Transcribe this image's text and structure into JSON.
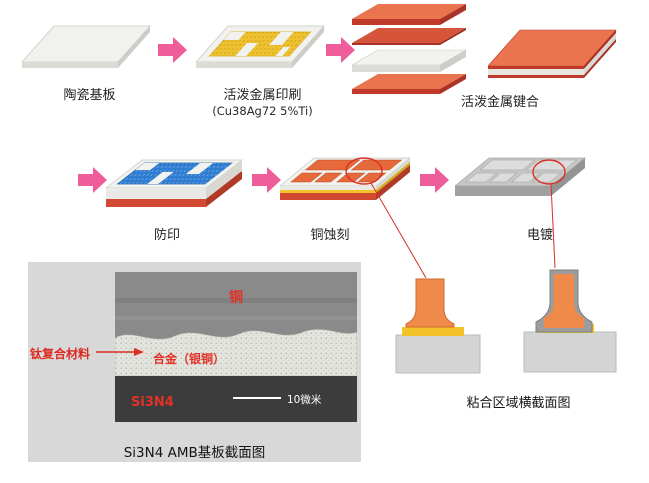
{
  "steps": {
    "step1": {
      "label": "陶瓷基板"
    },
    "step2": {
      "label": "活泼金属印刷",
      "sublabel": "(Cu38Ag72 5%Ti)"
    },
    "step3": {
      "label": "活泼金属键合"
    },
    "step4": {
      "label": "防印"
    },
    "step5": {
      "label": "铜蚀刻"
    },
    "step6": {
      "label": "电镀"
    }
  },
  "micrograph": {
    "label_copper": "铜",
    "label_ti_composite": "钛复合材料",
    "label_alloy": "合金（银铜）",
    "label_substrate": "Si3N4",
    "scale_label": "10微米",
    "caption": "Si3N4 AMB基板截面图"
  },
  "bond_region": {
    "caption": "粘合区域横截面图"
  },
  "colors": {
    "arrow_pink": "#ee5d9a",
    "copper_orange": "#e9744e",
    "copper_red": "#c0392b",
    "paste_yellow": "#edc12f",
    "resist_blue": "#2e7dd2",
    "plating_gray": "#c6c6c6",
    "annotation_red": "#d93025",
    "panel_gray": "#d8d8d8"
  }
}
